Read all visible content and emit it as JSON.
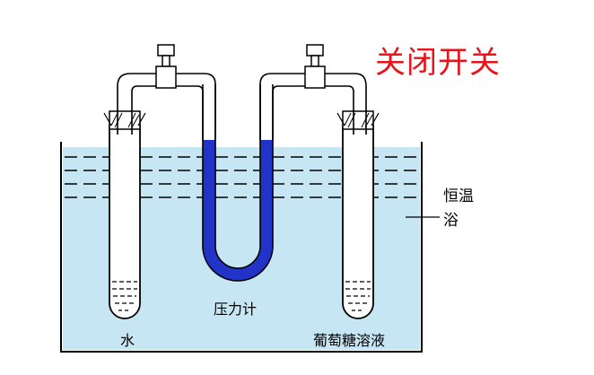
{
  "title": "关闭开关",
  "labels": {
    "bath_line1": "恒温",
    "bath_line2": "浴",
    "manometer": "压力计",
    "water": "水",
    "glucose": "葡萄糖溶液"
  },
  "colors": {
    "title": "#e8141c",
    "bath_water": "#c7e6f3",
    "manometer_fluid": "#2233c8",
    "outline": "#000000"
  }
}
